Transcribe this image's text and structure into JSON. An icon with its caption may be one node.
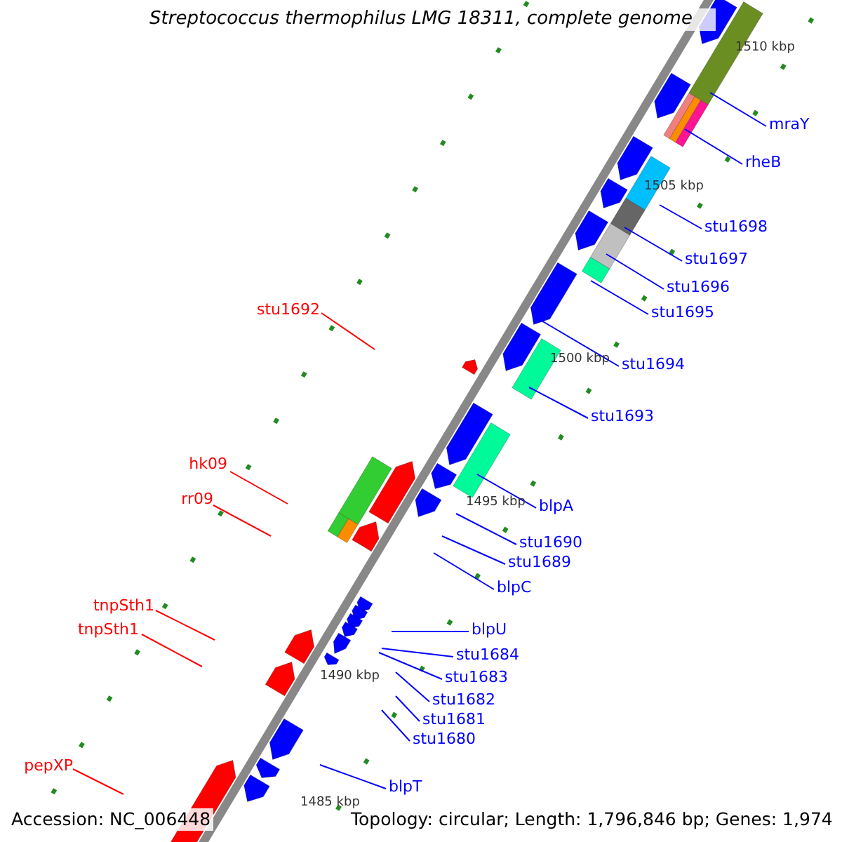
{
  "diagram": {
    "title": "Streptococcus thermophilus LMG 18311, complete genome",
    "nodes": [
      {
        "text": [
          "mraY"
        ]
      },
      {
        "text": [
          "rheB"
        ]
      },
      {
        "text": [
          "stu1698"
        ]
      },
      {
        "text": [
          "stu1697"
        ]
      },
      {
        "text": [
          "stu1696"
        ]
      },
      {
        "text": [
          "stu1695"
        ]
      },
      {
        "text": [
          "stu1692"
        ]
      },
      {
        "text": [
          "stu1694"
        ]
      },
      {
        "text": [
          "stu1693"
        ]
      },
      {
        "text": [
          "hk09"
        ]
      },
      {
        "text": [
          "blpA"
        ]
      },
      {
        "text": [
          "rr09"
        ]
      },
      {
        "text": [
          "stu1690"
        ]
      },
      {
        "text": [
          "stu1689"
        ]
      },
      {
        "text": [
          "blpC"
        ]
      },
      {
        "text": [
          "tnpSth1"
        ]
      },
      {
        "text": [
          "blpU"
        ]
      },
      {
        "text": [
          "tnpSth1"
        ]
      },
      {
        "text": [
          "stu1684"
        ]
      },
      {
        "text": [
          "stu1683"
        ]
      },
      {
        "text": [
          "stu1682"
        ]
      },
      {
        "text": [
          "stu1681"
        ]
      },
      {
        "text": [
          "stu1680"
        ]
      },
      {
        "text": [
          "pepXP"
        ]
      },
      {
        "text": [
          "blpT"
        ]
      }
    ],
    "edges": [
      {
        "from": 0,
        "to": null,
        "arrow": "none"
      },
      {
        "from": 1,
        "to": null,
        "arrow": "none"
      },
      {
        "from": 2,
        "to": null,
        "arrow": "none"
      },
      {
        "from": 3,
        "to": null,
        "arrow": "none"
      },
      {
        "from": 4,
        "to": null,
        "arrow": "none"
      },
      {
        "from": 5,
        "to": null,
        "arrow": "none"
      },
      {
        "from": 6,
        "to": null,
        "arrow": "none",
        "color": "#ff0000"
      },
      {
        "from": 7,
        "to": null,
        "arrow": "none"
      },
      {
        "from": 8,
        "to": null,
        "arrow": "none"
      },
      {
        "from": 9,
        "to": null,
        "arrow": "none",
        "color": "#ff0000"
      },
      {
        "from": 10,
        "to": null,
        "arrow": "none"
      },
      {
        "from": 11,
        "to": null,
        "arrow": "none",
        "color": "#ff0000"
      },
      {
        "from": 12,
        "to": null,
        "arrow": "none"
      },
      {
        "from": 13,
        "to": null,
        "arrow": "none"
      },
      {
        "from": 14,
        "to": null,
        "arrow": "none"
      },
      {
        "from": 15,
        "to": null,
        "arrow": "none",
        "color": "#ff0000"
      },
      {
        "from": 16,
        "to": null,
        "arrow": "none"
      },
      {
        "from": 17,
        "to": null,
        "arrow": "none",
        "color": "#ff0000"
      },
      {
        "from": 18,
        "to": null,
        "arrow": "none"
      },
      {
        "from": 19,
        "to": null,
        "arrow": "none"
      },
      {
        "from": 20,
        "to": null,
        "arrow": "none"
      },
      {
        "from": 21,
        "to": null,
        "arrow": "none"
      },
      {
        "from": 22,
        "to": null,
        "arrow": "none"
      },
      {
        "from": 23,
        "to": null,
        "arrow": "none",
        "color": "#ff0000"
      },
      {
        "from": 24,
        "to": null,
        "arrow": "none"
      }
    ],
    "labels": [
      "1510 kbp",
      "1505 kbp",
      "1500 kbp",
      "1495 kbp",
      "1490 kbp",
      "1485 kbp",
      "Accession: NC_006448",
      "Topology: circular; Length: 1,796,846 bp; Genes: 1,974"
    ]
  }
}
